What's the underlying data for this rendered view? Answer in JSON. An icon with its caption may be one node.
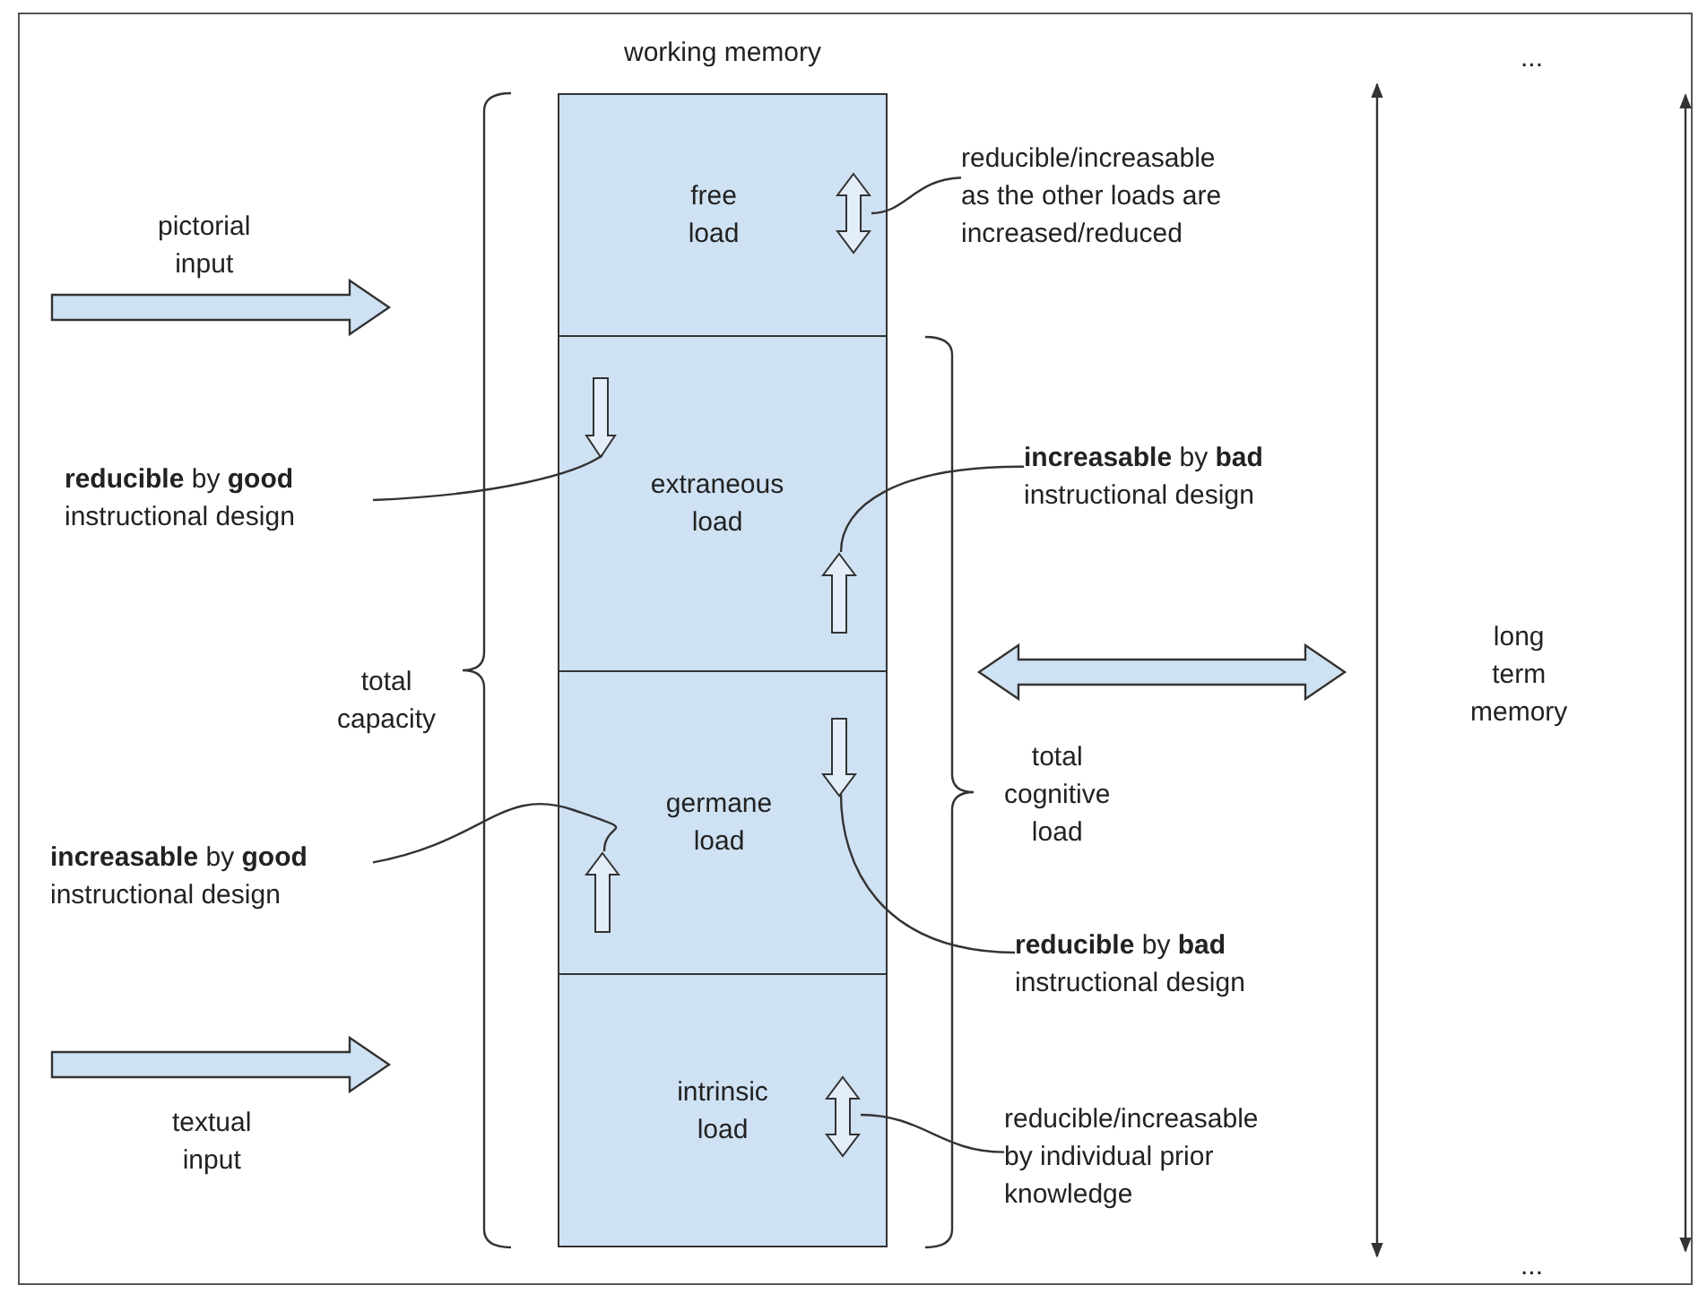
{
  "diagram": {
    "nodes": [
      {
        "text": [
          "working memory"
        ]
      },
      {
        "text": [
          "free load"
        ],
        "in": 0
      },
      {
        "text": [],
        "shape": "arrow",
        "in": 1
      },
      {
        "text": [
          "extraneous load"
        ],
        "in": 0
      },
      {
        "text": [],
        "shape": "arrow",
        "in": 3
      },
      {
        "text": [],
        "shape": "arrow",
        "in": 3
      },
      {
        "text": [
          "germane load"
        ],
        "in": 0
      },
      {
        "text": [],
        "shape": "arrow",
        "in": 6
      },
      {
        "text": [],
        "shape": "arrow",
        "in": 6
      },
      {
        "text": [
          "intrinsic load"
        ],
        "in": 0
      },
      {
        "text": [],
        "shape": "arrow",
        "in": 9
      },
      {
        "text": [
          "reducible/increasable as the other loads are increased/reduced"
        ]
      },
      {
        "text": [
          "**reducible** by **good** instructional design"
        ]
      },
      {
        "text": [
          "**increasable** by **bad** instructional design"
        ]
      },
      {
        "text": [
          "**increasable** by **good** instructional design"
        ]
      },
      {
        "text": [
          "**reducible** by **bad** instructional design"
        ]
      },
      {
        "text": [
          "reducible/increasable by individual prior knowledge"
        ]
      },
      {
        "text": [
          "long term memory"
        ]
      }
    ],
    "edges": [
      {
        "from": 0,
        "to": 17,
        "arrow": "both"
      },
      {
        "from": 11,
        "to": 2,
        "arrow": "none"
      },
      {
        "from": 12,
        "to": 4,
        "arrow": "none"
      },
      {
        "from": 13,
        "to": 5,
        "arrow": "none"
      },
      {
        "from": 14,
        "to": 8,
        "arrow": "none"
      },
      {
        "from": 15,
        "to": 7,
        "arrow": "none"
      },
      {
        "from": 16,
        "to": 10,
        "arrow": "none"
      }
    ],
    "labels": [
      "...",
      "pictorial input",
      "total capacity",
      "total cognitive load",
      "textual input",
      "..."
    ]
  }
}
